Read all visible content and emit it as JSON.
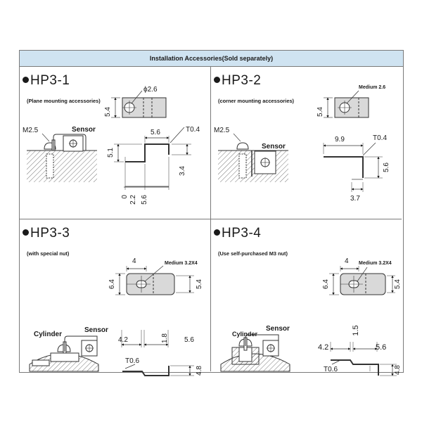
{
  "header": {
    "title": "Installation Accessories",
    "note": "(Sold separately)"
  },
  "hp3_1": {
    "title": "HP3-1",
    "subtitle": "(Plane mounting accessories)",
    "hole": "ϕ2.6",
    "height": "5.4",
    "screw": "M2.5",
    "sensor": "Sensor",
    "thickness": "T0.4",
    "width": "5.6",
    "left_height": "5.1",
    "right_height": "3.4",
    "x0": "0",
    "x1": "2.2",
    "x2": "5.6"
  },
  "hp3_2": {
    "title": "HP3-2",
    "subtitle": "(corner mounting accessories)",
    "hole": "Medium 2.6",
    "height": "5.4",
    "screw": "M2.5",
    "sensor": "Sensor",
    "width": "9.9",
    "thickness": "T0.4",
    "right_height": "5.6",
    "bottom": "3.7"
  },
  "hp3_3": {
    "title": "HP3-3",
    "subtitle": "(with special nut)",
    "top_width": "4",
    "hole": "Medium 3.2X4",
    "left_height": "6.4",
    "right_height": "5.4",
    "sensor": "Sensor",
    "thickness": "T0.6",
    "step_height": "4.8",
    "cylinder": "Cylinder",
    "left_len": "4.2",
    "gap": "1.8",
    "right_len": "5.6"
  },
  "hp3_4": {
    "title": "HP3-4",
    "subtitle": "(Use self-purchased M3 nut)",
    "top_width": "4",
    "hole": "Medium 3.2X4",
    "left_height": "6.4",
    "right_height": "5.4",
    "sensor": "Sensor",
    "thickness": "T0.6",
    "step_height": "4.8",
    "gap": "1.5",
    "cylinder": "Cylinder",
    "left_len": "4.2",
    "right_len": "5.6"
  }
}
